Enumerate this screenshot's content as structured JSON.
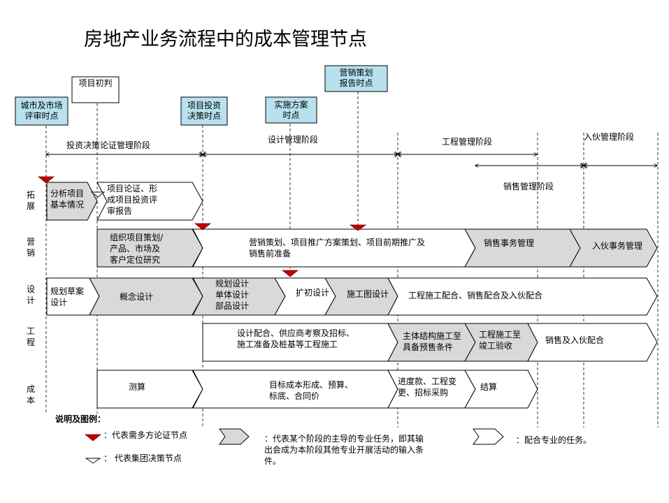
{
  "title": "房地产业务流程中的成本管理节点",
  "milestones": {
    "city_review": [
      "城市及市场",
      "评审时点"
    ],
    "initial": [
      "项目初判"
    ],
    "decision": [
      "项目投资",
      "决策时点"
    ],
    "implement": [
      "实施方案",
      "时点"
    ],
    "marketing_report": [
      "营销策划",
      "报告时点"
    ]
  },
  "phases": {
    "investment": "投资决策论证管理阶段",
    "design": "设计管理阶段",
    "engineering": "工程管理阶段",
    "occupancy": "入伙管理阶段",
    "sales": "销售管理阶段"
  },
  "rows": {
    "expand": [
      "拓",
      "展"
    ],
    "marketing": [
      "营",
      "销"
    ],
    "design": [
      "设",
      "计"
    ],
    "engineering": [
      "工",
      "程"
    ],
    "cost": [
      "成",
      "本"
    ]
  },
  "tasks": {
    "expand_1": [
      "分析项目",
      "基本情况"
    ],
    "expand_2": [
      "项目论证、形",
      "成项目投资评",
      "审报告"
    ],
    "mkt_1": [
      "组织项目策划/",
      "产品、市场及",
      "客户定位研究"
    ],
    "mkt_2": [
      "营销策划、项目推广方案策划、项目前期推广及",
      "销售前准备"
    ],
    "mkt_3": [
      "销售事务管理"
    ],
    "mkt_4": [
      "入伙事务管理"
    ],
    "des_1": [
      "规划草案",
      "设计"
    ],
    "des_2": [
      "概念设计"
    ],
    "des_3": [
      "规划设计",
      "单体设计",
      "部品设计"
    ],
    "des_4": [
      "扩初设计"
    ],
    "des_5": [
      "施工图设计"
    ],
    "des_6": [
      "工程施工配合、销售配合及入伙配合"
    ],
    "eng_1": [
      "设计配合、供应商考察及招标、",
      "施工准备及桩基等工程施工"
    ],
    "eng_2": [
      "主体结构施工至",
      "具备预售条件"
    ],
    "eng_3": [
      "工程施工至",
      "竣工验收"
    ],
    "eng_4": [
      "销售及入伙配合"
    ],
    "cost_1": [
      "测算"
    ],
    "cost_2": [
      "目标成本形成、预算、",
      "标底、合同价"
    ],
    "cost_3": [
      "进度款、工程变",
      "更、招标采购"
    ],
    "cost_4": [
      "结算"
    ]
  },
  "legend": {
    "heading": "说明及图例：",
    "red_label": "：代表需多方论证节点",
    "white_label": "： 代表集团决策节点",
    "gray_desc": [
      "：代表某个阶段的主导的专业任务，即其输",
      "出会成为本阶段其他专业开展活动的输入条",
      "件。"
    ],
    "white_desc": "：配合专业的任务。"
  },
  "colors": {
    "lead_fill": "#d9d9d9",
    "support_fill": "#ffffff",
    "milestone_fill": "#b7e1ee",
    "red_node": "#c00000",
    "line": "#000000"
  }
}
